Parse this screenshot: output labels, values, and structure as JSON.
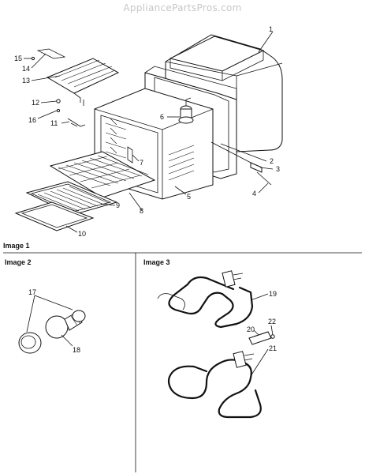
{
  "watermark": "AppliancePartsPros.com",
  "sections": {
    "image1": "Image 1",
    "image2": "Image 2",
    "image3": "Image 3"
  },
  "callouts": {
    "c1": "1",
    "c2": "2",
    "c3": "3",
    "c4": "4",
    "c5": "5",
    "c6": "6",
    "c7": "7",
    "c8": "8",
    "c9": "9",
    "c10": "10",
    "c11": "11",
    "c12": "12",
    "c13": "13",
    "c14": "14",
    "c15": "15",
    "c16": "16",
    "c17": "17",
    "c18": "18",
    "c19": "19",
    "c20": "20",
    "c21": "21",
    "c22": "22"
  }
}
